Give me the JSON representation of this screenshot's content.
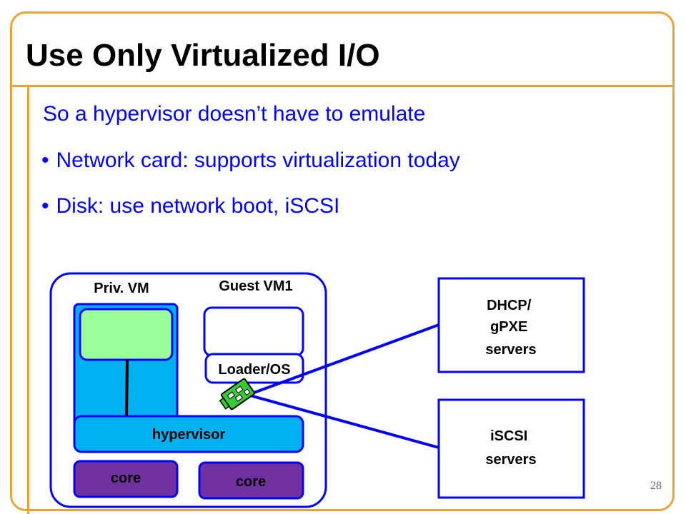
{
  "slide": {
    "title": "Use Only Virtualized I/O",
    "intro": "So a hypervisor doesn’t have to emulate",
    "bullets": [
      "Network card: supports virtualization today",
      "Disk: use network boot, iSCSI"
    ],
    "page_number": "28"
  },
  "diagram": {
    "priv_vm_label": "Priv. VM",
    "guest_vm_label": "Guest VM1",
    "loader_label": "Loader/OS",
    "hypervisor_label": "hypervisor",
    "core_left_label": "core",
    "core_right_label": "core",
    "dhcp_lines": [
      "DHCP/",
      "gPXE",
      "servers"
    ],
    "iscsi_lines": [
      "iSCSI",
      "servers"
    ],
    "nic_icon": "network-card-icon"
  },
  "colors": {
    "frame": "#E8A33D",
    "body_text": "#0000FF",
    "box_border": "#0000FF",
    "cyan_fill": "#00B0F0",
    "green_fill": "#99FF99",
    "core_fill": "#7030A0",
    "nic_green": "#33CC33"
  }
}
